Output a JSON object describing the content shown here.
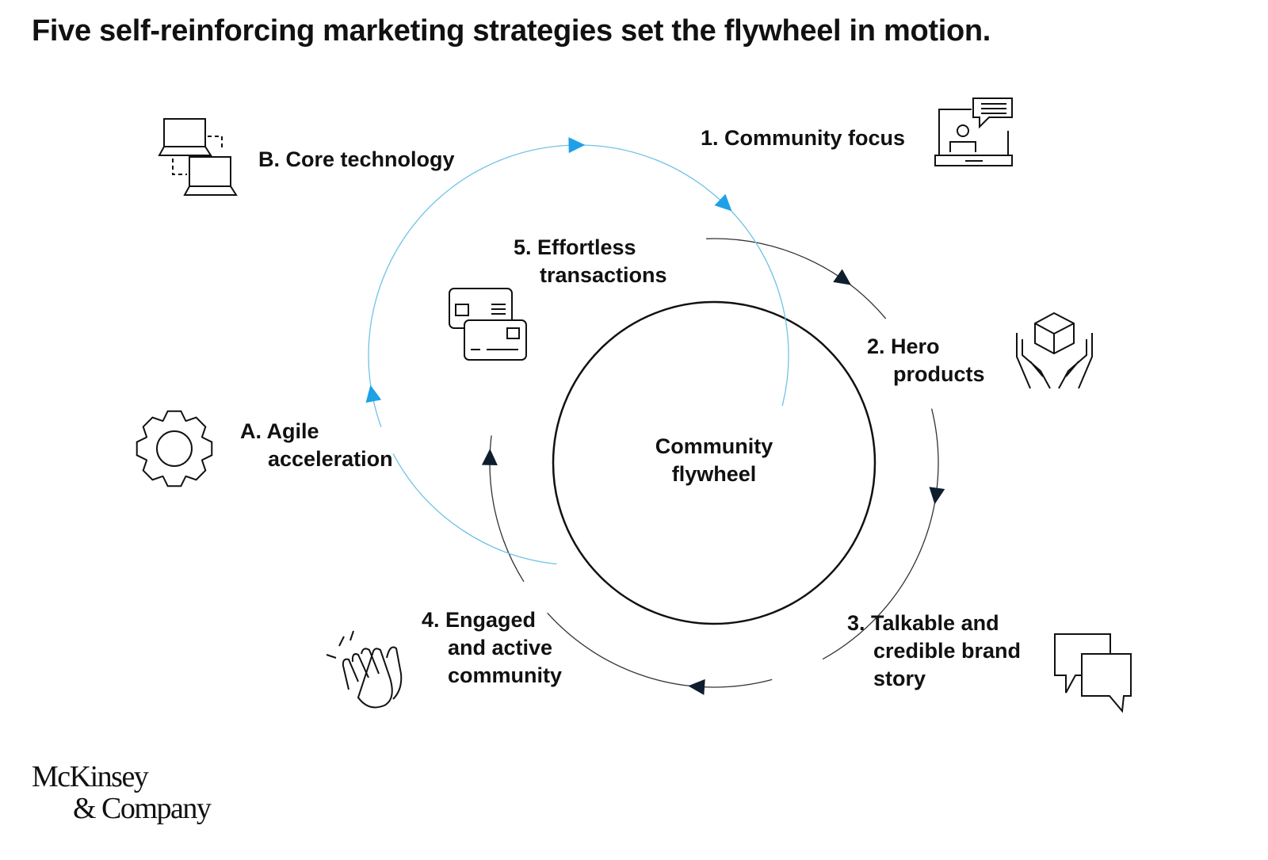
{
  "title": "Five self-reinforcing marketing strategies set the flywheel in motion.",
  "center": {
    "line1": "Community",
    "line2": "flywheel"
  },
  "labels": {
    "b": {
      "l1": "B. Core technology"
    },
    "one": {
      "l1": "1. Community focus"
    },
    "five": {
      "l1": "5. Effortless",
      "l2": "transactions"
    },
    "two": {
      "l1": "2. Hero",
      "l2": "products"
    },
    "a": {
      "l1": "A. Agile",
      "l2": "acceleration"
    },
    "four": {
      "l1": "4. Engaged",
      "l2": "and active",
      "l3": "community"
    },
    "three": {
      "l1": "3. Talkable and",
      "l2": "credible brand",
      "l3": "story"
    }
  },
  "logo": {
    "line1": "McKinsey",
    "line2": "& Company"
  },
  "colors": {
    "blue": "#1ea1e6",
    "blue_line": "#6fc3e6",
    "dark": "#0f1e2e",
    "text": "#111111"
  }
}
